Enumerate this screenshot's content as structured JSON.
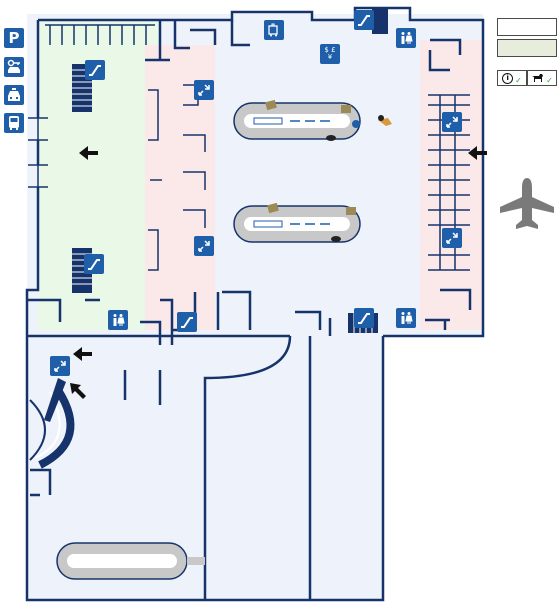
{
  "map": {
    "colors": {
      "wall": "#16346b",
      "floor": "#eef3fb",
      "zone_green": "#e9f8e7",
      "zone_pink": "#fbe9ea",
      "icon_blue": "#1f5ea8",
      "carousel_fill": "#c8c8c8",
      "arrow": "#111111",
      "plane": "#7a7a7a"
    },
    "sidebar_icons": [
      "parking-icon",
      "car-rental-icon",
      "taxi-icon",
      "bus-icon"
    ],
    "sidebar_parking_label": "P",
    "currency_symbols": "$ £ ¥",
    "legend": {
      "swatch_top_color": "#ffffff",
      "swatch_bottom_color": "#e8ecdc",
      "info_symbol": "i",
      "check_mark": "✓"
    },
    "features": [
      "baggage-carousel-1",
      "baggage-carousel-2",
      "baggage-carousel-3",
      "escalators",
      "elevators",
      "restrooms",
      "currency-exchange",
      "luggage-carts",
      "lost-and-found",
      "airport-arrivals"
    ]
  }
}
